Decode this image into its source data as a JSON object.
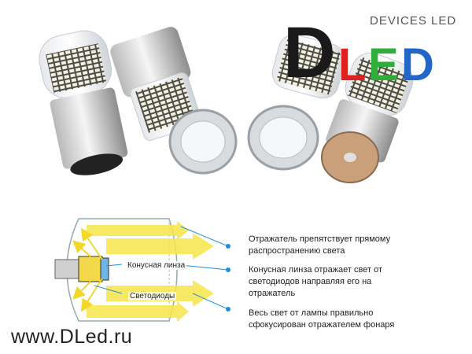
{
  "logo": {
    "top_text": "DEVICES LED",
    "letters": [
      "D",
      "L",
      "E",
      "D"
    ],
    "colors": {
      "D": "#1a1a1a",
      "L": "#e0201c",
      "E": "#2fae3a",
      "D2": "#2166c8"
    }
  },
  "diagram": {
    "label_lens": "Конусная линза",
    "label_leds": "Светодиоды"
  },
  "descriptions": [
    {
      "line1": "Отражатель препятствует прямому",
      "line2": "распространению света"
    },
    {
      "line1": "Конусная линза отражает свет от",
      "line2": "светодиодов направляя его на",
      "line3": "отражатель"
    },
    {
      "line1": "Весь свет от лампы правильно",
      "line2": "сфокусирован отражателем фонаря"
    }
  ],
  "site": "www.DLed.ru",
  "accent": {
    "arrow_yellow": "#f7e64a",
    "pointer_blue": "#1e8fd6"
  }
}
